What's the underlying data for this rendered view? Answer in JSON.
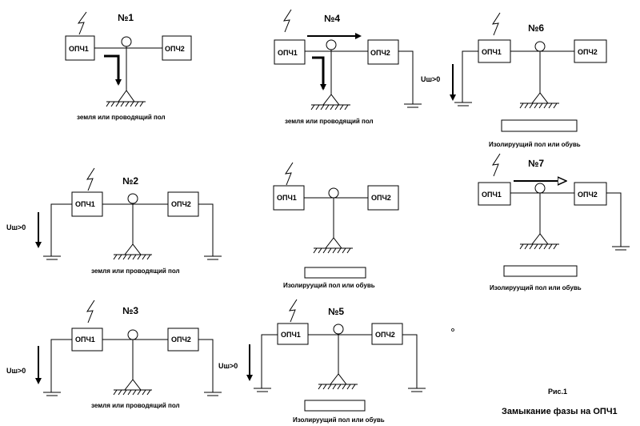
{
  "box1": "ОПЧ1",
  "box2": "ОПЧ2",
  "floor_ground": "земля или проводящий пол",
  "floor_insulating": "Изолируущий пол или обувь",
  "voltage": "Uш>0",
  "fig_label": "Рис.1",
  "fig_title": "Замыкание фазы на ОПЧ1",
  "panels": [
    {
      "num": "№1"
    },
    {
      "num": "№2"
    },
    {
      "num": "№3"
    },
    {
      "num": "№4"
    },
    {
      "num": "№5"
    },
    {
      "num": "№6"
    },
    {
      "num": "№7"
    }
  ]
}
